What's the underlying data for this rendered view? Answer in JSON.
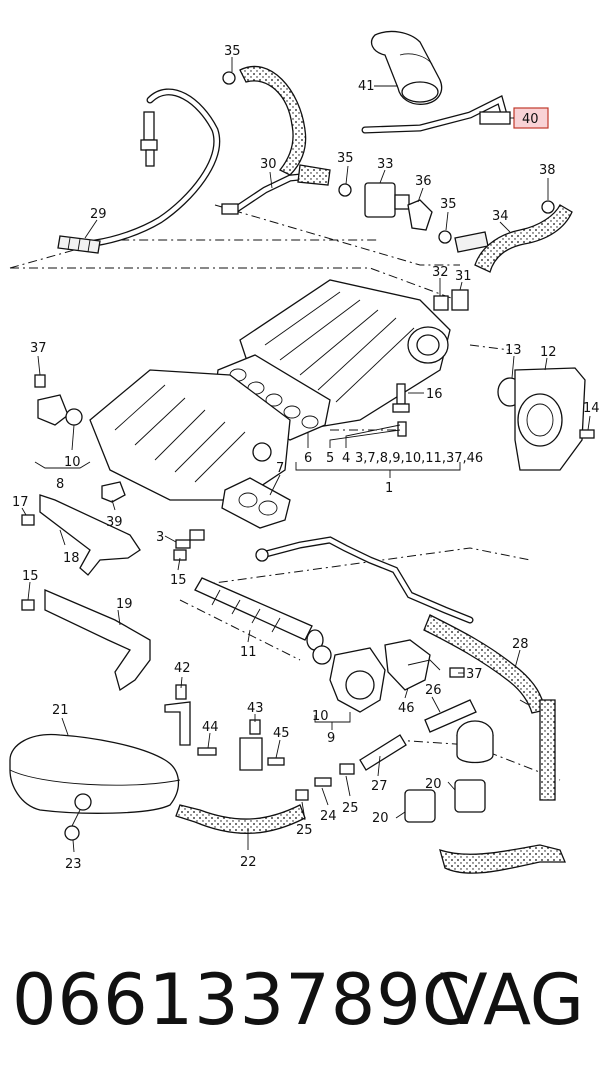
{
  "callouts": {
    "c1": "1",
    "c3": "3",
    "c4": "4",
    "c4list": "3,7,8,9,10,11,37,46",
    "c5": "5",
    "c6": "6",
    "c7": "7",
    "c8": "8",
    "c9": "9",
    "c10a": "10",
    "c10b": "10",
    "c11": "11",
    "c12": "12",
    "c13": "13",
    "c14": "14",
    "c15a": "15",
    "c15b": "15",
    "c16": "16",
    "c17": "17",
    "c18": "18",
    "c19": "19",
    "c20a": "20",
    "c20b": "20",
    "c21": "21",
    "c22": "22",
    "c23": "23",
    "c24": "24",
    "c25a": "25",
    "c25b": "25",
    "c26": "26",
    "c27": "27",
    "c28": "28",
    "c29": "29",
    "c30": "30",
    "c31": "31",
    "c32": "32",
    "c33": "33",
    "c34": "34",
    "c35a": "35",
    "c35b": "35",
    "c35c": "35",
    "c36": "36",
    "c37a": "37",
    "c37b": "37",
    "c38": "38",
    "c39": "39",
    "c40": "40",
    "c41": "41",
    "c42": "42",
    "c43": "43",
    "c44": "44",
    "c45": "45",
    "c46": "46"
  },
  "highlight": {
    "label": "40",
    "color": "#f9d3d6"
  },
  "footer": {
    "part_number": "066133789C",
    "brand": "VAG"
  }
}
